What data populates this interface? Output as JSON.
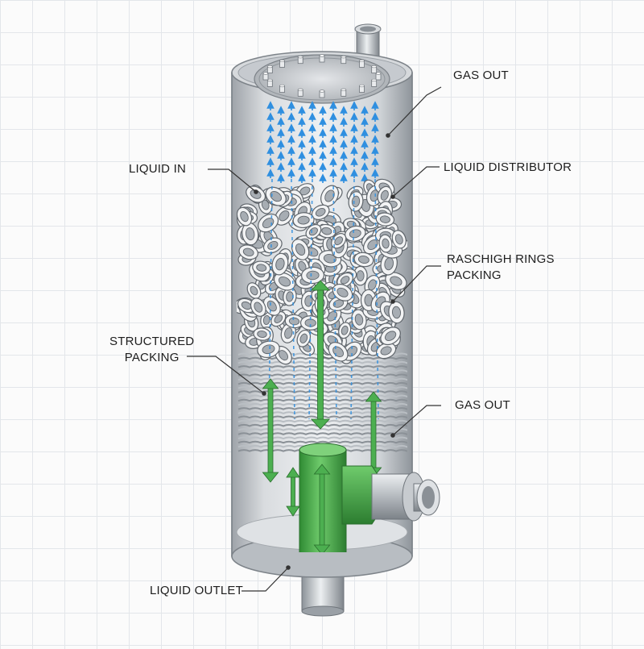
{
  "labels": {
    "gas_out_top": "GAS OUT",
    "liquid_in": "LIQUID IN",
    "liquid_distributor": "LIQUID DISTRIBUTOR",
    "raschig_rings_packing": "RASCHIGH RINGS\nPACKING",
    "structured_packing": "STRUCTURED\nPACKING",
    "gas_out_side": "GAS OUT",
    "liquid_outlet": "LIQUID OUTLET"
  },
  "colors": {
    "shell": "#c9ccd0",
    "shell_dark": "#9aa0a6",
    "liquid_flow": "#2f8fe0",
    "gas_flow": "#4caf50",
    "pipe_green": "#44a547",
    "ring": "#f2f3f4",
    "leader_line": "#333333"
  }
}
